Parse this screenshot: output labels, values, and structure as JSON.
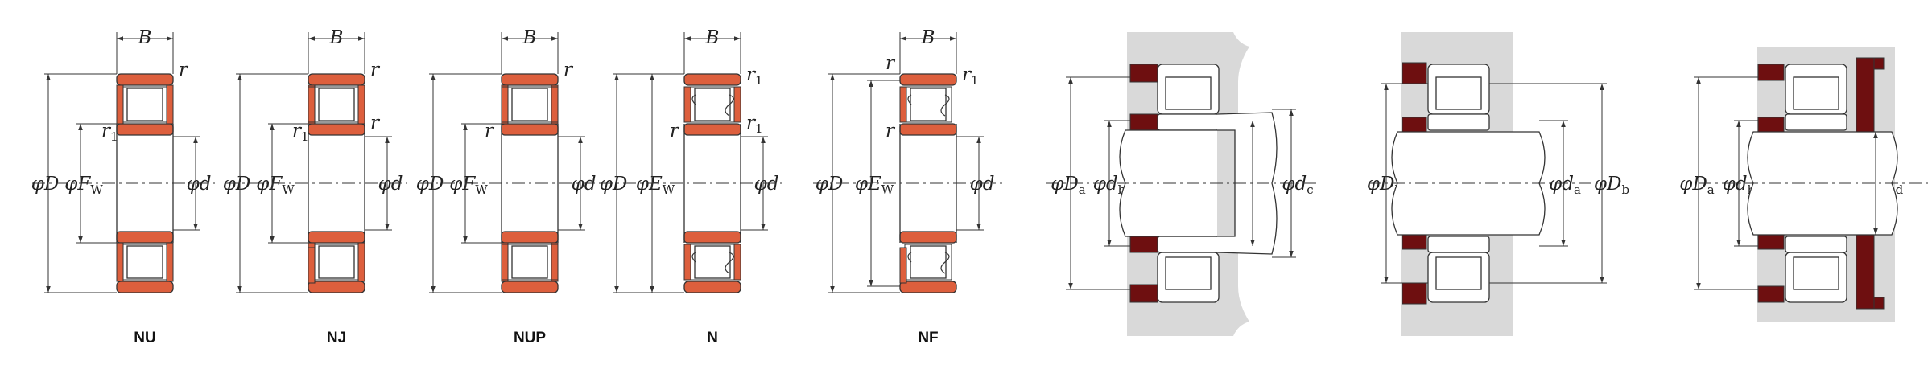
{
  "colors": {
    "ring": "#DD5F3D",
    "seal": "#6E0F10",
    "housing": "#D9D9D9",
    "line": "#333333",
    "background": "#FFFFFF"
  },
  "sym": {
    "phi": "φ",
    "D": "D",
    "d": "d",
    "F": "F",
    "E": "E",
    "B": "B",
    "r": "r",
    "w": "W",
    "one": "1",
    "a": "a",
    "b": "b",
    "c": "c"
  },
  "captions": {
    "nu": "NU",
    "nj": "NJ",
    "nup": "NUP",
    "n": "N",
    "nf": "NF"
  }
}
